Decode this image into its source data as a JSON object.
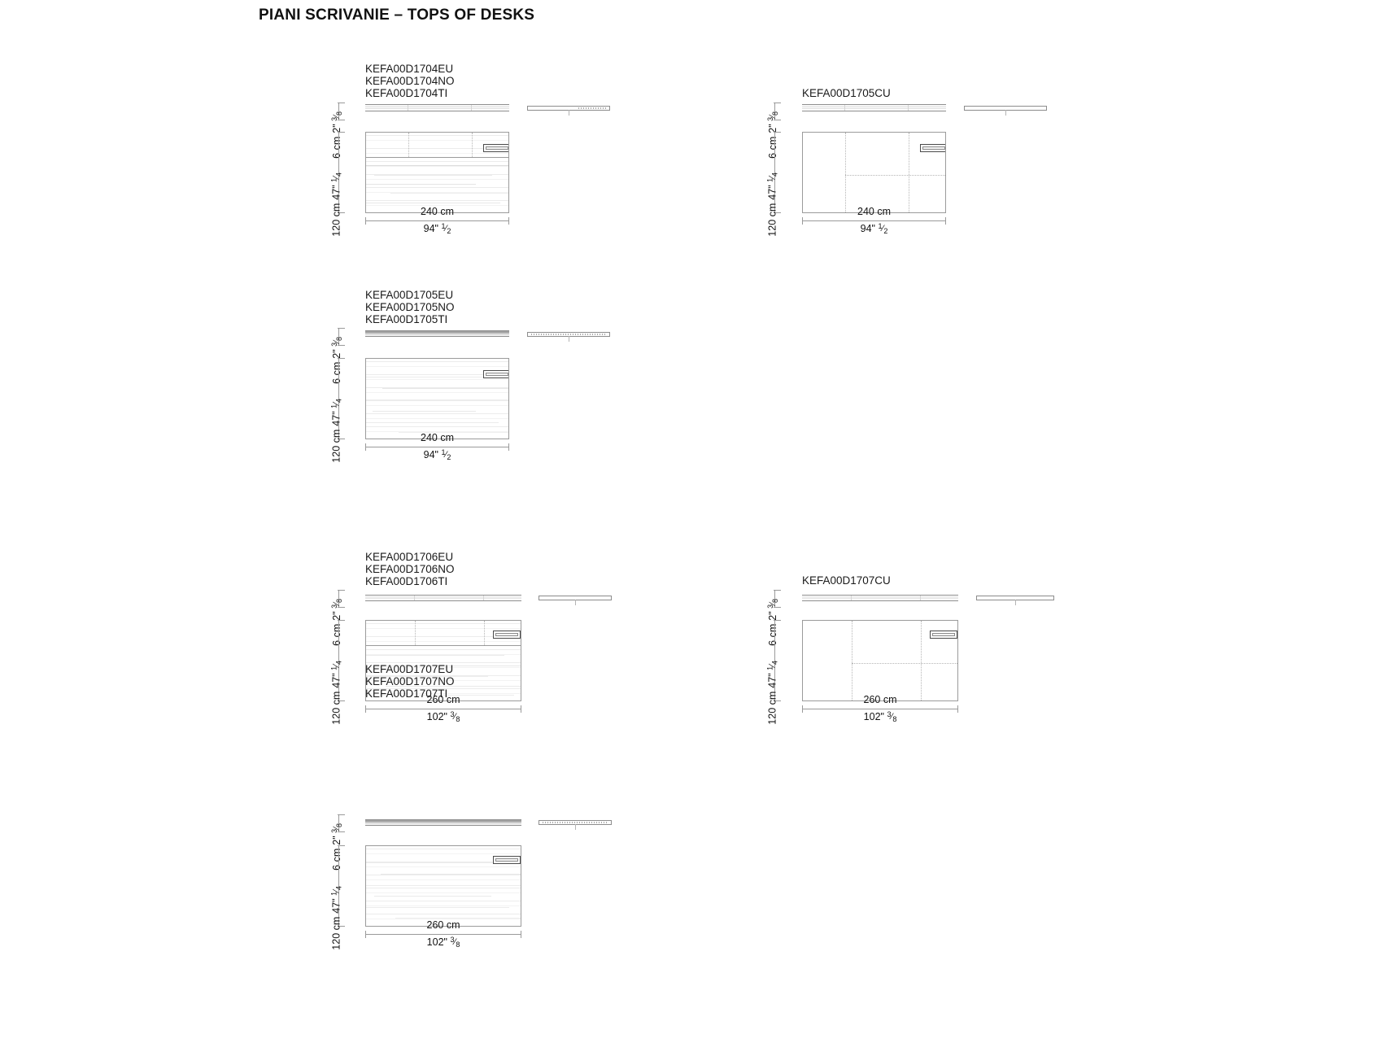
{
  "page": {
    "title": "PIANI SCRIVANIE – TOPS OF DESKS"
  },
  "units": {
    "thickness_cm": "6 cm",
    "thickness_in_whole": "2\"",
    "thickness_in_num": "3",
    "thickness_in_den": "8",
    "depth_cm": "120 cm",
    "depth_in_whole": "47\"",
    "depth_in_num": "1",
    "depth_in_den": "4",
    "width_240_cm": "240 cm",
    "width_240_in_whole": "94\"",
    "width_240_in_num": "1",
    "width_240_in_den": "2",
    "width_260_cm": "260 cm",
    "width_260_in_whole": "102\"",
    "width_260_in_num": "3",
    "width_260_in_den": "8"
  },
  "blocks": [
    {
      "id": "d1704-eu",
      "codes": [
        "KEFA00D1704EU",
        "KEFA00D1704NO",
        "KEFA00D1704TI"
      ],
      "variant": "grain",
      "width_label_cm": "240 cm",
      "width_label_in_whole": "94\"",
      "width_label_in_num": "1",
      "width_label_in_den": "2"
    },
    {
      "id": "d1705-cu",
      "codes": [
        "KEFA00D1705CU"
      ],
      "variant": "plain",
      "width_label_cm": "240 cm",
      "width_label_in_whole": "94\"",
      "width_label_in_num": "1",
      "width_label_in_den": "2"
    },
    {
      "id": "d1705-eu",
      "codes": [
        "KEFA00D1705EU",
        "KEFA00D1705NO",
        "KEFA00D1705TI"
      ],
      "variant": "grain",
      "width_label_cm": "240 cm",
      "width_label_in_whole": "94\"",
      "width_label_in_num": "1",
      "width_label_in_den": "2"
    },
    {
      "id": "d1706-eu",
      "codes": [
        "KEFA00D1706EU",
        "KEFA00D1706NO",
        "KEFA00D1706TI"
      ],
      "variant": "grain",
      "width_label_cm": "260 cm",
      "width_label_in_whole": "102\"",
      "width_label_in_num": "3",
      "width_label_in_den": "8"
    },
    {
      "id": "d1707-cu",
      "codes": [
        "KEFA00D1707CU"
      ],
      "variant": "plain",
      "width_label_cm": "260 cm",
      "width_label_in_whole": "102\"",
      "width_label_in_num": "3",
      "width_label_in_den": "8"
    },
    {
      "id": "d1707-eu",
      "codes": [
        "KEFA00D1707EU",
        "KEFA00D1707NO",
        "KEFA00D1707TI"
      ],
      "variant": "grain",
      "width_label_cm": "260 cm",
      "width_label_in_whole": "102\"",
      "width_label_in_num": "3",
      "width_label_in_den": "8"
    }
  ]
}
